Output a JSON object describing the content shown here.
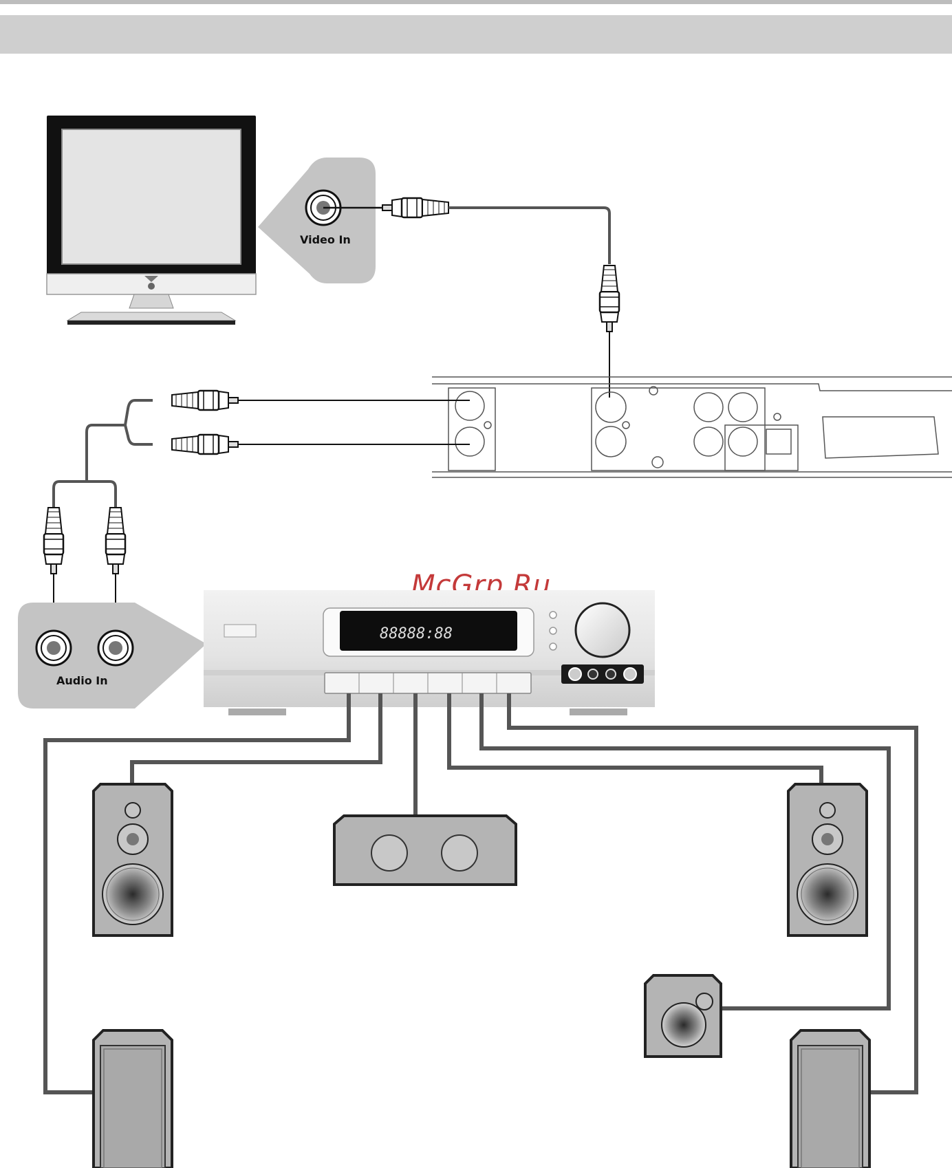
{
  "labels": {
    "video_in": "Video In",
    "audio_in": "Audio In"
  },
  "watermark": "McGrp.Ru",
  "display_readout": "88888:88",
  "colors": {
    "wire": "#555555",
    "speaker_body": "#b4b4b4",
    "header_band": "#cfcfcf",
    "watermark": "#c43a3a",
    "display": "#0d0d0d"
  },
  "icons": [
    "tv-icon",
    "rca-plug-icon",
    "speaker-icon",
    "center-speaker-icon",
    "subwoofer-icon",
    "amplifier-icon",
    "dvd-player-rear-panel-icon"
  ]
}
